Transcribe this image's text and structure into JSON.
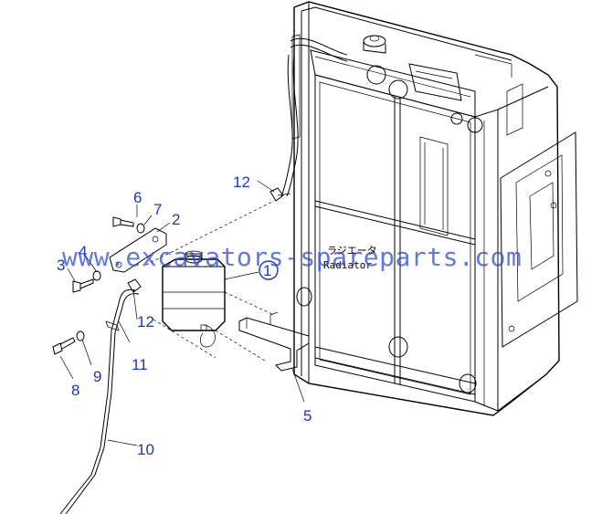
{
  "diagram": {
    "watermark": "www.excavators-spareparts.com",
    "radiator_label_jp": "ラジエータ",
    "radiator_label_en": "Radiator",
    "callouts": {
      "c1": "1",
      "c2": "2",
      "c3": "3",
      "c4": "4",
      "c5": "5",
      "c6": "6",
      "c7": "7",
      "c8": "8",
      "c9": "9",
      "c10": "10",
      "c11": "11",
      "c12a": "12",
      "c12b": "12"
    }
  }
}
